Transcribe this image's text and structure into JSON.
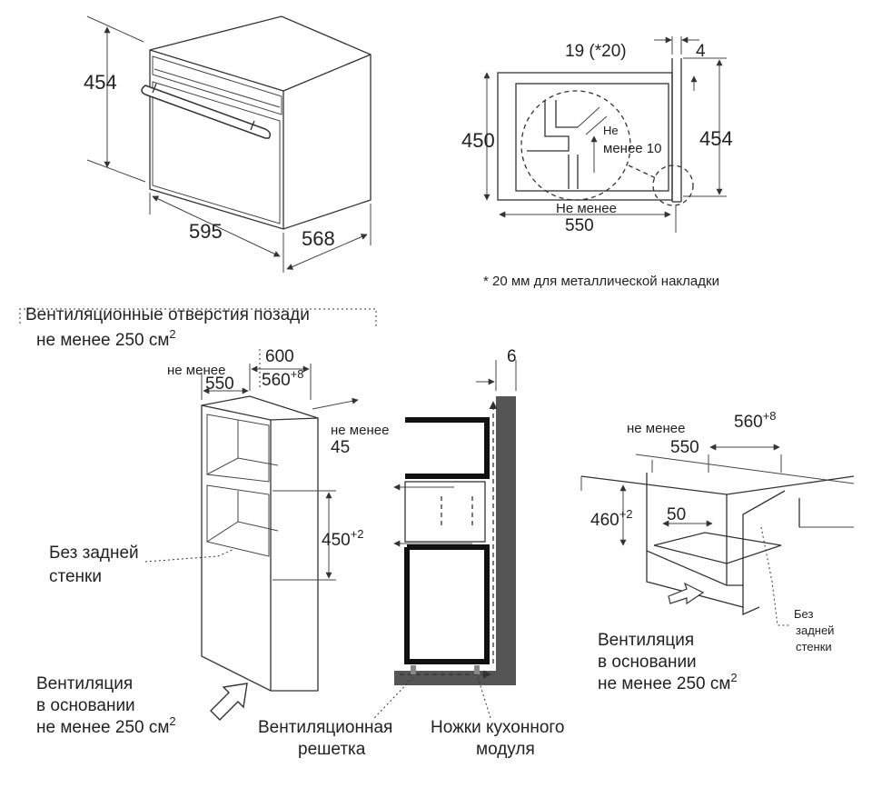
{
  "oven_view": {
    "height": "454",
    "width": "595",
    "depth": "568"
  },
  "side_section": {
    "top_gap": "19 (*20)",
    "panel": "4",
    "height_inner": "450",
    "height_outer": "454",
    "min_gap_label": "Не менее 10",
    "min_gap_word": "Не",
    "min_gap_value": "менее 10",
    "depth_label": "Не менее",
    "depth_value": "550",
    "footnote": "* 20 мм для металлической накладки"
  },
  "tall_cabinet": {
    "rear_vent_line1": "Вентиляционные отверстия позади",
    "rear_vent_line2": "не менее 250 см",
    "rear_vent_sup": "2",
    "width_outer": "600",
    "width_inner": "560",
    "width_inner_tol": "+8",
    "depth_min_label": "не менее",
    "depth_min_value": "550",
    "top_min_label": "не менее",
    "top_min_value": "45",
    "niche_height": "450",
    "niche_height_tol": "+2",
    "no_back_line1": "Без задней",
    "no_back_line2": "стенки",
    "base_vent_line1": "Вентиляция",
    "base_vent_line2": "в основании",
    "base_vent_line3": "не менее 250 см",
    "base_vent_sup": "2"
  },
  "section_view": {
    "gap": "6",
    "grille_line1": "Вентиляционная",
    "grille_line2": "решетка",
    "legs_line1": "Ножки кухонного",
    "legs_line2": "модуля"
  },
  "under_counter": {
    "depth_min_label": "не менее",
    "depth_min_value": "550",
    "width_inner": "560",
    "width_inner_tol": "+8",
    "niche_height": "460",
    "niche_height_tol": "+2",
    "gap": "50",
    "no_back_line1": "Без",
    "no_back_line2": "задней",
    "no_back_line3": "стенки",
    "base_vent_line1": "Вентиляция",
    "base_vent_line2": "в основании",
    "base_vent_line3": "не менее 250 см",
    "base_vent_sup": "2"
  }
}
